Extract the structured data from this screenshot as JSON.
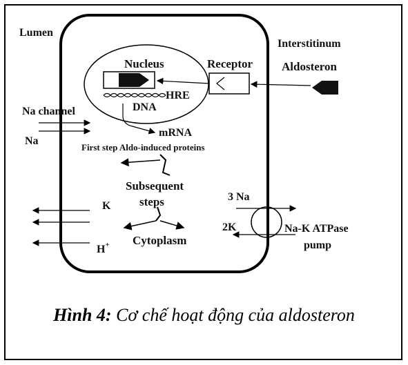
{
  "labels": {
    "lumen": "Lumen",
    "interstitium": "Interstitinum",
    "aldosteron": "Aldosteron",
    "nucleus": "Nucleus",
    "receptor": "Receptor",
    "hre": "HRE",
    "dna": "DNA",
    "na_channel": "Na channel",
    "na": "Na",
    "mrna": "mRNA",
    "first_step": "First step Aldo-induced proteins",
    "subsequent": "Subsequent",
    "steps": "steps",
    "k": "K",
    "three_na": "3 Na",
    "two_k": "2K",
    "atpase": "Na-K ATPase",
    "pump": "pump",
    "cytoplasm": "Cytoplasm",
    "h": "H",
    "h_sup": "+"
  },
  "caption": {
    "prefix": "Hình 4:",
    "text": " Cơ chế hoạt động của aldosteron"
  }
}
